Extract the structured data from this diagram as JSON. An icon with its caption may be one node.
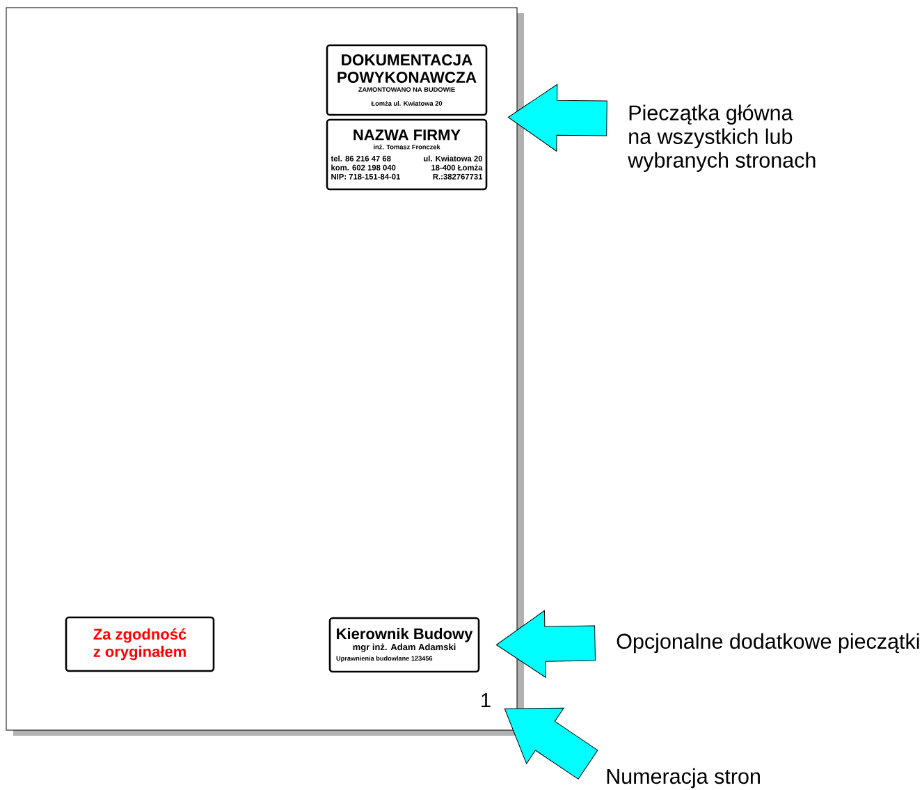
{
  "diagram": {
    "nodes": [
      {
        "text": [],
        "shape": "box"
      },
      {
        "text": [
          "DOKUMENTACJA POWYKONAWCZA",
          "ZAMONTOWANO NA BUDOWIE",
          "Łomża ul. Kwiatowa 20"
        ],
        "in": 0
      },
      {
        "text": [
          "NAZWA FIRMY",
          "inż. Tomasz Fronczek",
          "tel. 86 216 47 68 kom. 602 198 040 NIP: 718-151-84-01",
          "ul. Kwiatowa 20 18-400 Łomża R.:382767731"
        ],
        "in": 0
      },
      {
        "text": [
          "Za zgodność z oryginałem"
        ],
        "in": 0
      },
      {
        "text": [
          "Kierownik Budowy",
          "mgr inż. Adam Adamski",
          "Uprawnienia budowlane 123456"
        ],
        "in": 0
      },
      {
        "text": [
          "1"
        ],
        "in": 0
      },
      {
        "text": [
          "Pieczątka główna na wszystkich lub wybranych stronach"
        ]
      },
      {
        "text": [
          "Opcjonalne dodatkowe pieczątki"
        ]
      },
      {
        "text": [
          "Numeracja stron"
        ]
      }
    ],
    "edges": [
      {
        "from": 6,
        "to": 1,
        "arrow": "to"
      },
      {
        "from": 6,
        "to": 2,
        "arrow": "to"
      },
      {
        "from": 7,
        "to": 4,
        "arrow": "to"
      },
      {
        "from": 8,
        "to": 5,
        "arrow": "to"
      }
    ]
  }
}
